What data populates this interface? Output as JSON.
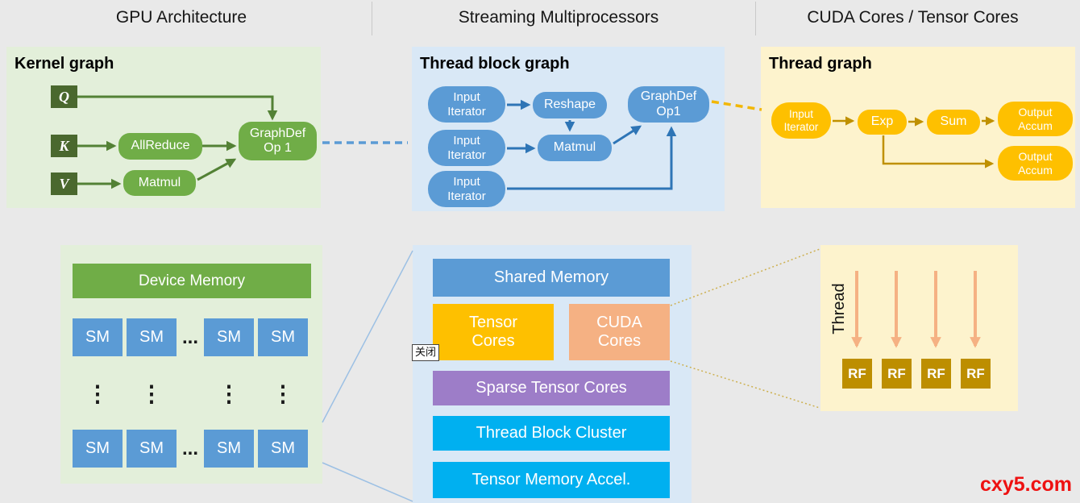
{
  "headers": {
    "gpu_architecture": "GPU Architecture",
    "streaming_multiprocessors": "Streaming Multiprocessors",
    "cuda_tensor_cores": "CUDA Cores / Tensor Cores"
  },
  "kernel_graph": {
    "title": "Kernel graph",
    "q": "Q",
    "k": "K",
    "v": "V",
    "allreduce": "AllReduce",
    "matmul": "Matmul",
    "graphdef": "GraphDef\nOp 1"
  },
  "thread_block_graph": {
    "title": "Thread block graph",
    "input_iterator": "Input\nIterator",
    "reshape": "Reshape",
    "matmul": "Matmul",
    "graphdef": "GraphDef\nOp1"
  },
  "thread_graph": {
    "title": "Thread graph",
    "input_iterator": "Input\nIterator",
    "exp": "Exp",
    "sum": "Sum",
    "output_accum": "Output\nAccum"
  },
  "device_panel": {
    "device_memory": "Device Memory",
    "sm": "SM",
    "h_ellipsis": "...",
    "v_ellipsis": "⋮"
  },
  "sm_panel": {
    "shared_memory": "Shared Memory",
    "tensor_cores": "Tensor\nCores",
    "cuda_cores": "CUDA\nCores",
    "sparse_tensor_cores": "Sparse Tensor Cores",
    "thread_block_cluster": "Thread Block Cluster",
    "tensor_memory_accel": "Tensor Memory Accel."
  },
  "core_panel": {
    "thread": "Thread",
    "rf": "RF"
  },
  "overlay": {
    "close": "关闭"
  },
  "watermark": "cxy5.com",
  "colors": {
    "background": "#e9e9e9",
    "panel_green": "#e3efda",
    "panel_blue": "#d9e8f6",
    "panel_yellow": "#fdf3cd",
    "node_green": "#70ad47",
    "node_dark_green": "#4a682e",
    "arrow_green": "#538135",
    "node_blue": "#5b9bd5",
    "arrow_blue": "#2e75b6",
    "node_yellow": "#fec000",
    "arrow_gold": "#bf9000",
    "cuda_salmon": "#f5b183",
    "sparse_purple": "#9d7dc8",
    "cluster_cyan": "#00b0f0",
    "rf_gold": "#bd8e00",
    "watermark_red": "#ee1111"
  }
}
